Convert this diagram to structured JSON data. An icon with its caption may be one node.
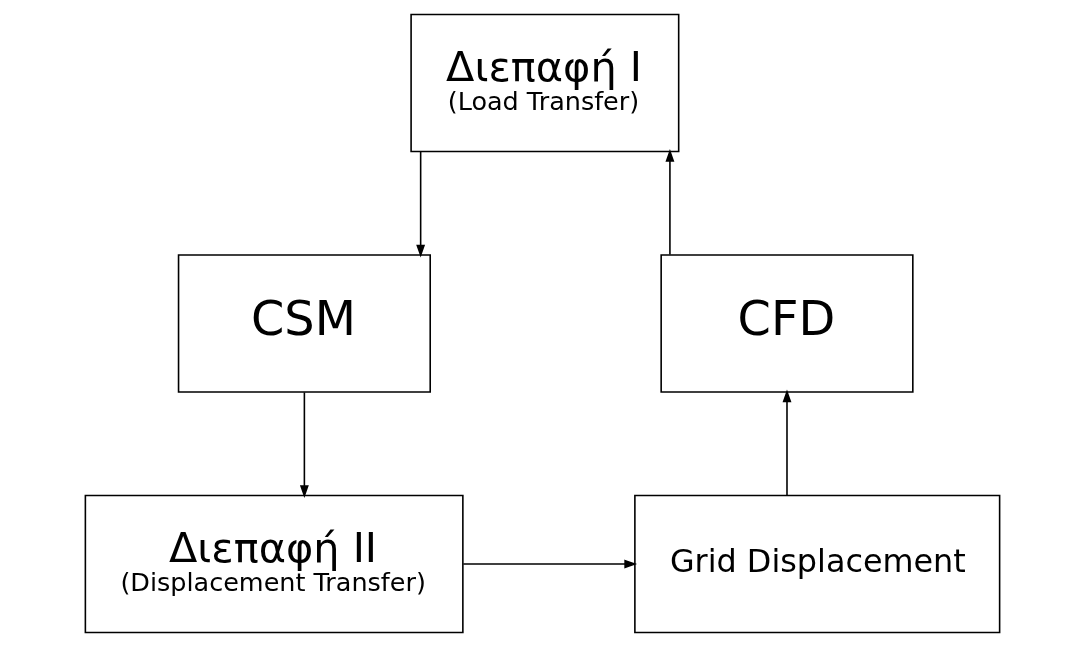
{
  "diagram": {
    "nodes": [
      {
        "text": [
          "Διεπαφή I",
          "(Load Transfer)"
        ]
      },
      {
        "text": [
          "CFD"
        ]
      },
      {
        "text": [
          "CSM"
        ]
      },
      {
        "text": [
          "Grid Displacement"
        ]
      },
      {
        "text": [
          "Διεπαφή II",
          "(Displacement Transfer)"
        ]
      }
    ],
    "edges": [
      {
        "from": 1,
        "to": 0,
        "arrow": "to"
      },
      {
        "from": 0,
        "to": 2,
        "arrow": "to"
      },
      {
        "from": 2,
        "to": 4,
        "arrow": "to"
      },
      {
        "from": 4,
        "to": 3,
        "arrow": "to"
      },
      {
        "from": 3,
        "to": 1,
        "arrow": "to"
      }
    ]
  }
}
